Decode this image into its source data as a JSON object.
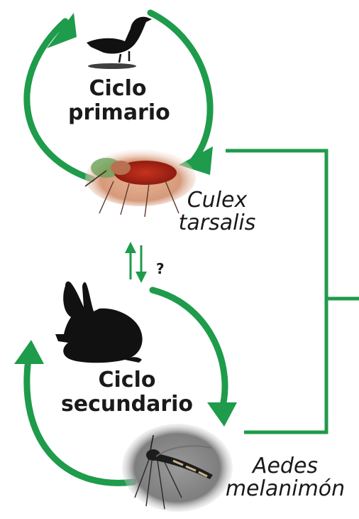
{
  "primary_cycle": {
    "line1": "Ciclo",
    "line2": "primario"
  },
  "secondary_cycle": {
    "line1": "Ciclo",
    "line2": "secundario"
  },
  "vector_1": {
    "line1": "Culex",
    "line2": "tarsalis"
  },
  "vector_2": {
    "line1": "Aedes",
    "line2": "melanimón"
  },
  "uncertain_link": "?",
  "icons": {
    "primary_host": "bird-icon",
    "secondary_host": "rabbit-icon",
    "vector_1_photo": "mosquito-culex-icon",
    "vector_2_photo": "mosquito-aedes-icon"
  },
  "colors": {
    "arrow_green": "#1e9b4b",
    "text": "#1a1a1a"
  }
}
